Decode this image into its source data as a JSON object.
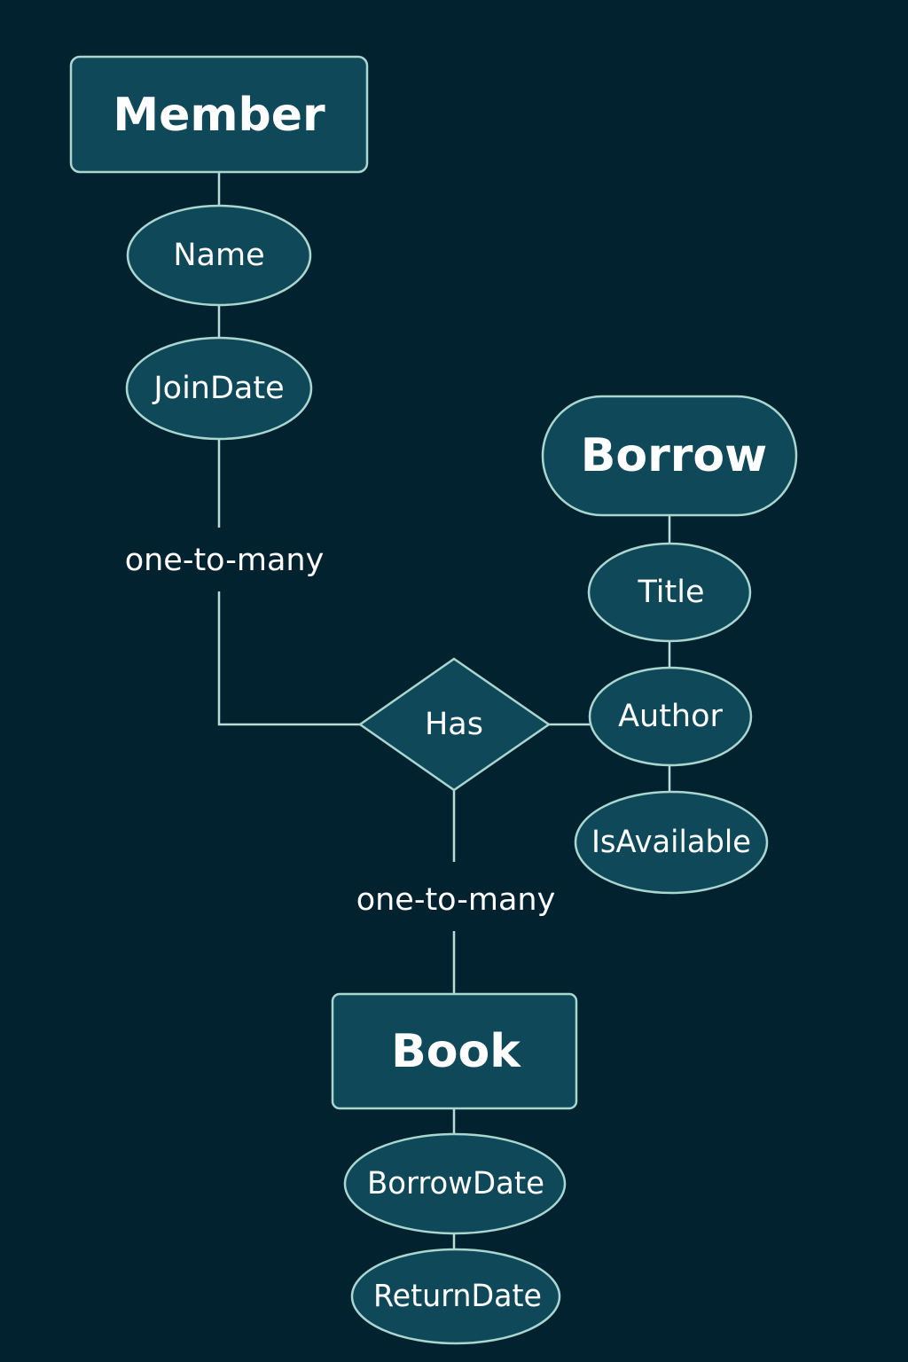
{
  "entities": {
    "member": "Member",
    "borrow": "Borrow",
    "book": "Book"
  },
  "attributes": {
    "name": "Name",
    "join_date": "JoinDate",
    "title": "Title",
    "author": "Author",
    "is_available": "IsAvailable",
    "borrow_date": "BorrowDate",
    "return_date": "ReturnDate"
  },
  "relationship": {
    "has": "Has"
  },
  "cardinality": {
    "member_has": "one-to-many",
    "has_book": "one-to-many"
  },
  "colors": {
    "background": "#032230",
    "shape_fill": "#0f4858",
    "shape_stroke": "#a9d6cf",
    "text": "#ffffff"
  }
}
